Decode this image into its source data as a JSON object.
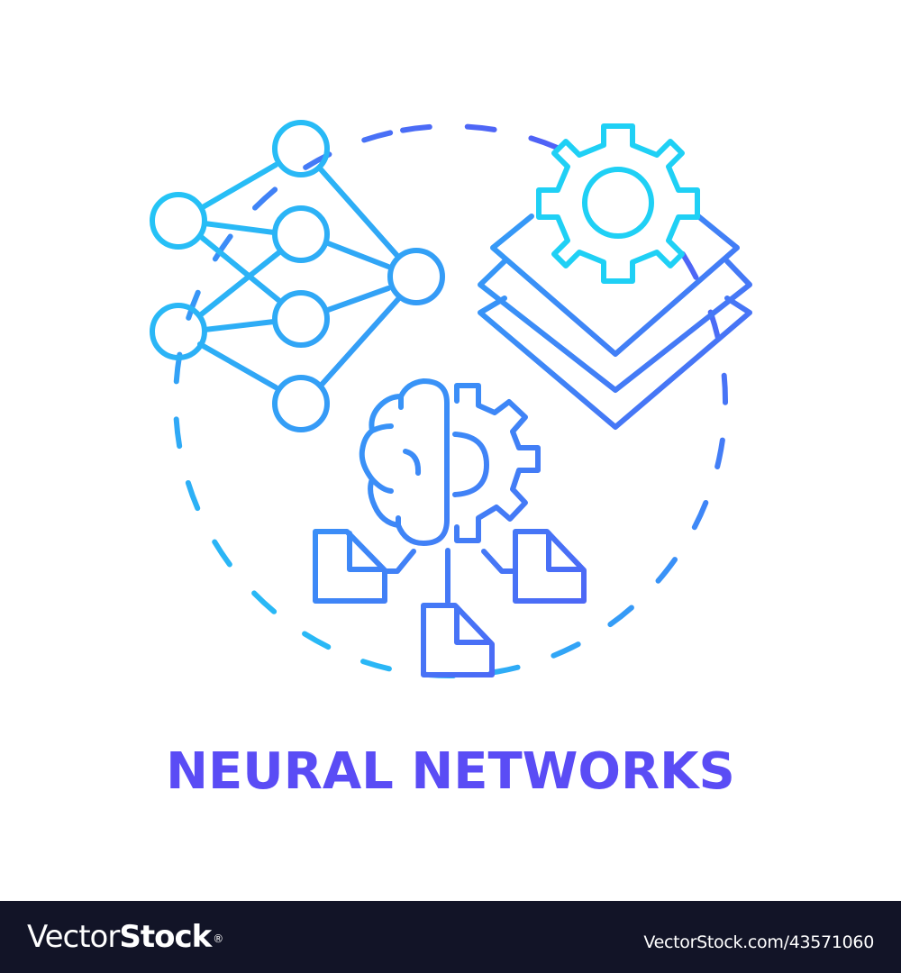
{
  "illustration": {
    "title": "NEURAL NETWORKS",
    "elements": [
      {
        "name": "neural-network-diagram",
        "description": "layered node graph: 2 input, 4 hidden, 1 output nodes"
      },
      {
        "name": "gear-layers",
        "description": "gear above three stacked layers"
      },
      {
        "name": "brain-gear",
        "description": "half brain half gear with three documents branching below"
      }
    ],
    "colors": {
      "gradient_start": "#1fd0f5",
      "gradient_mid": "#3a9cf7",
      "gradient_end": "#5a4cf5",
      "title_color": "#5a4cf5",
      "background": "#ffffff"
    }
  },
  "footer": {
    "brand_light": "Vector",
    "brand_bold": "Stock",
    "brand_mark": "®",
    "reference": "VectorStock.com/43571060",
    "background": "#121427"
  }
}
